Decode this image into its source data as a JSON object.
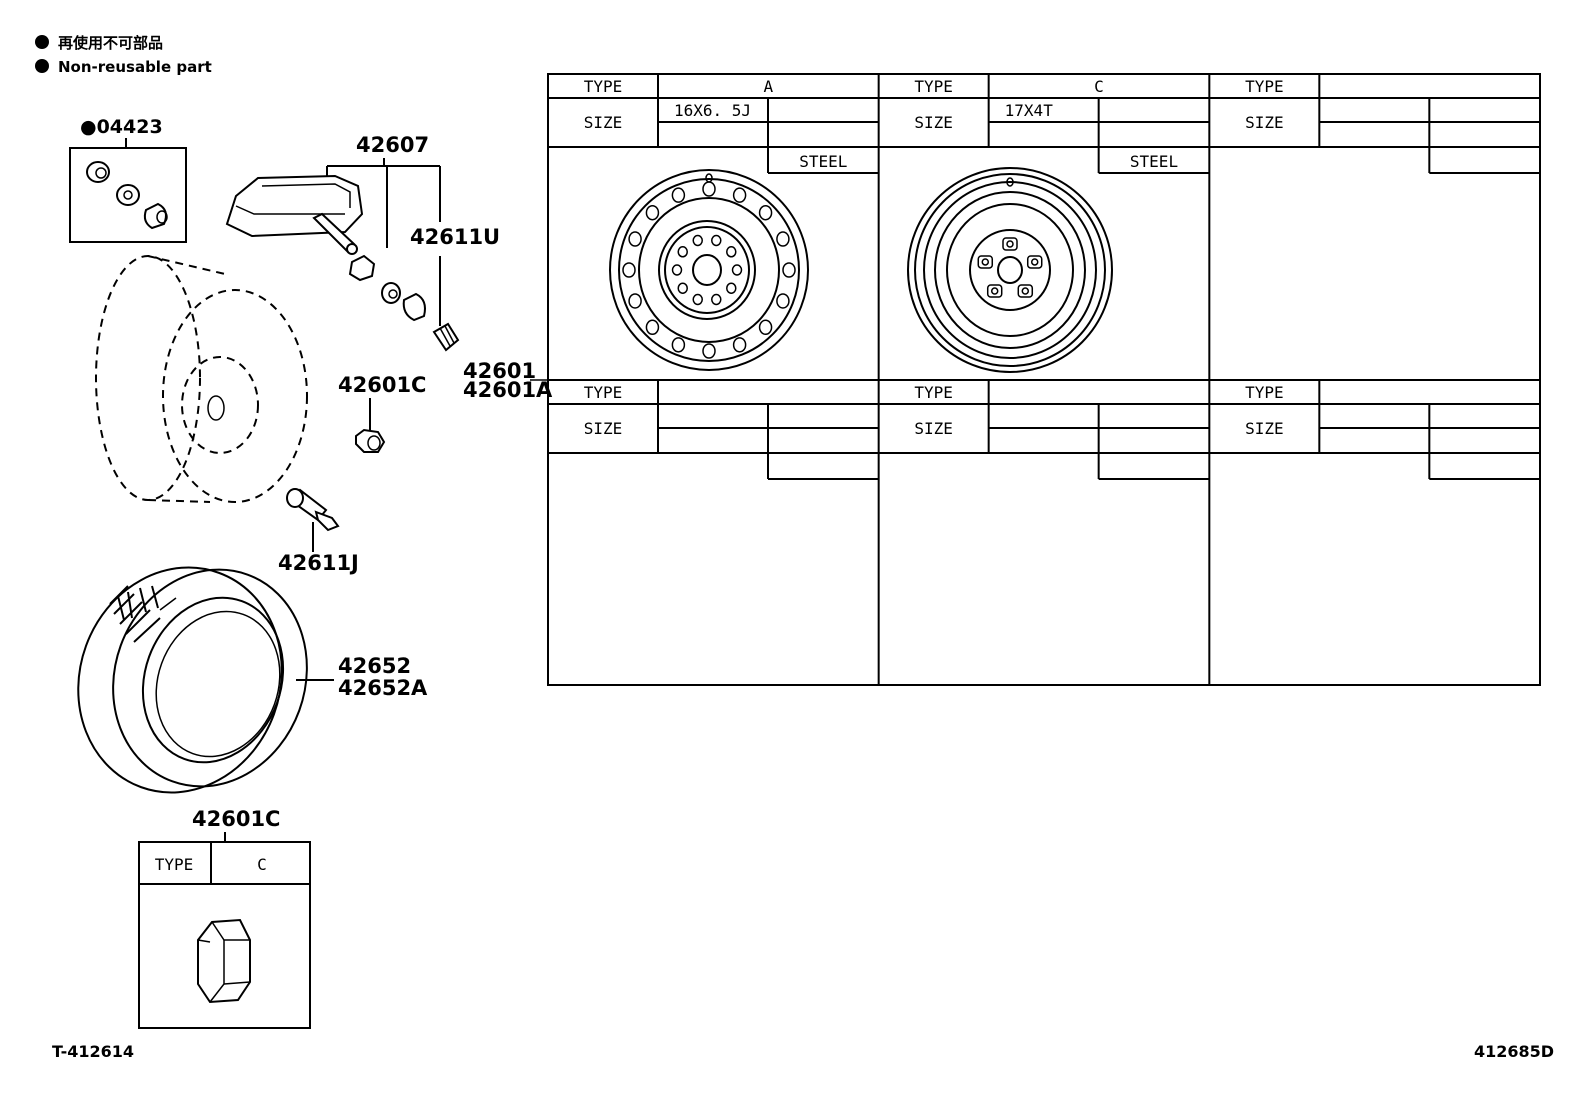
{
  "legend": {
    "bullet": "●",
    "line_jp": "再使用不可部品",
    "line_en": "Non-reusable part"
  },
  "parts": {
    "p04423": "●04423",
    "p42607": "42607",
    "p42611U": "42611U",
    "p42601": "42601",
    "p42601A": "42601A",
    "p42601C_mid": "42601C",
    "p42611J": "42611J",
    "p42652": "42652",
    "p42652A": "42652A",
    "p42601C_nut": "42601C"
  },
  "wheel_table": {
    "type_label": "TYPE",
    "size_label": "SIZE",
    "cells": [
      {
        "type": "A",
        "size": "16X6. 5J",
        "material": "STEEL"
      },
      {
        "type": "C",
        "size": "17X4T",
        "material": "STEEL"
      },
      {
        "type": "",
        "size": "",
        "material": ""
      },
      {
        "type": "",
        "size": "",
        "material": ""
      },
      {
        "type": "",
        "size": "",
        "material": ""
      },
      {
        "type": "",
        "size": "",
        "material": ""
      }
    ]
  },
  "nut_table": {
    "type_label": "TYPE",
    "type_value": "C"
  },
  "footer": {
    "left_code": "T-412614",
    "right_code": "412685D"
  }
}
